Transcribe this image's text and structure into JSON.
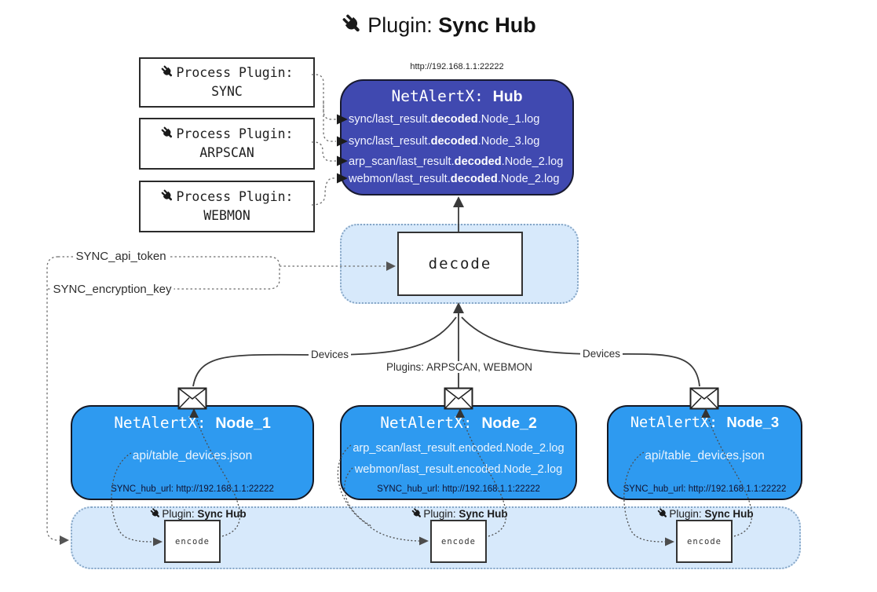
{
  "title": {
    "prefix": "Plugin:",
    "name": "Sync Hub"
  },
  "process_plugins": [
    {
      "label": "Process Plugin:",
      "name": "SYNC"
    },
    {
      "label": "Process Plugin:",
      "name": "ARPSCAN"
    },
    {
      "label": "Process Plugin:",
      "name": "WEBMON"
    }
  ],
  "hub": {
    "url": "http://192.168.1.1:22222",
    "title_prefix": "NetAlertX:",
    "title_name": "Hub",
    "lines": [
      {
        "pre": "sync/last_result.",
        "mid": "decoded",
        "post": ".Node_1.log"
      },
      {
        "pre": "sync/last_result.",
        "mid": "decoded",
        "post": ".Node_3.log"
      },
      {
        "pre": "arp_scan/last_result.",
        "mid": "decoded",
        "post": ".Node_2.log"
      },
      {
        "pre": "webmon/last_result.",
        "mid": "decoded",
        "post": ".Node_2.log"
      }
    ]
  },
  "decode": {
    "label": "decode"
  },
  "labels": {
    "sync_api_token": "SYNC_api_token",
    "sync_encryption_key": "SYNC_encryption_key",
    "devices_left": "Devices",
    "devices_right": "Devices",
    "plugins_mid": "Plugins: ARPSCAN, WEBMON"
  },
  "nodes": [
    {
      "title_prefix": "NetAlertX:",
      "title_name": "Node_1",
      "lines": [
        "api/table_devices.json"
      ],
      "hub_url": "SYNC_hub_url: http://192.168.1.1:22222"
    },
    {
      "title_prefix": "NetAlertX:",
      "title_name": "Node_2",
      "lines": [
        "arp_scan/last_result.encoded.Node_2.log",
        "webmon/last_result.encoded.Node_2.log"
      ],
      "hub_url": "SYNC_hub_url: http://192.168.1.1:22222"
    },
    {
      "title_prefix": "NetAlertX:",
      "title_name": "Node_3",
      "lines": [
        "api/table_devices.json"
      ],
      "hub_url": "SYNC_hub_url: http://192.168.1.1:22222"
    }
  ],
  "encode_sections": [
    {
      "plugin_label": "Plugin:",
      "plugin_name": "Sync Hub",
      "box_label": "encode"
    },
    {
      "plugin_label": "Plugin:",
      "plugin_name": "Sync Hub",
      "box_label": "encode"
    },
    {
      "plugin_label": "Plugin:",
      "plugin_name": "Sync Hub",
      "box_label": "encode"
    }
  ],
  "colors": {
    "hub_fill": "#4049b0",
    "node_fill": "#2e9af0",
    "zone_fill": "#d7e9fb",
    "zone_border": "#86a6c6",
    "line": "#3a3a3a"
  }
}
